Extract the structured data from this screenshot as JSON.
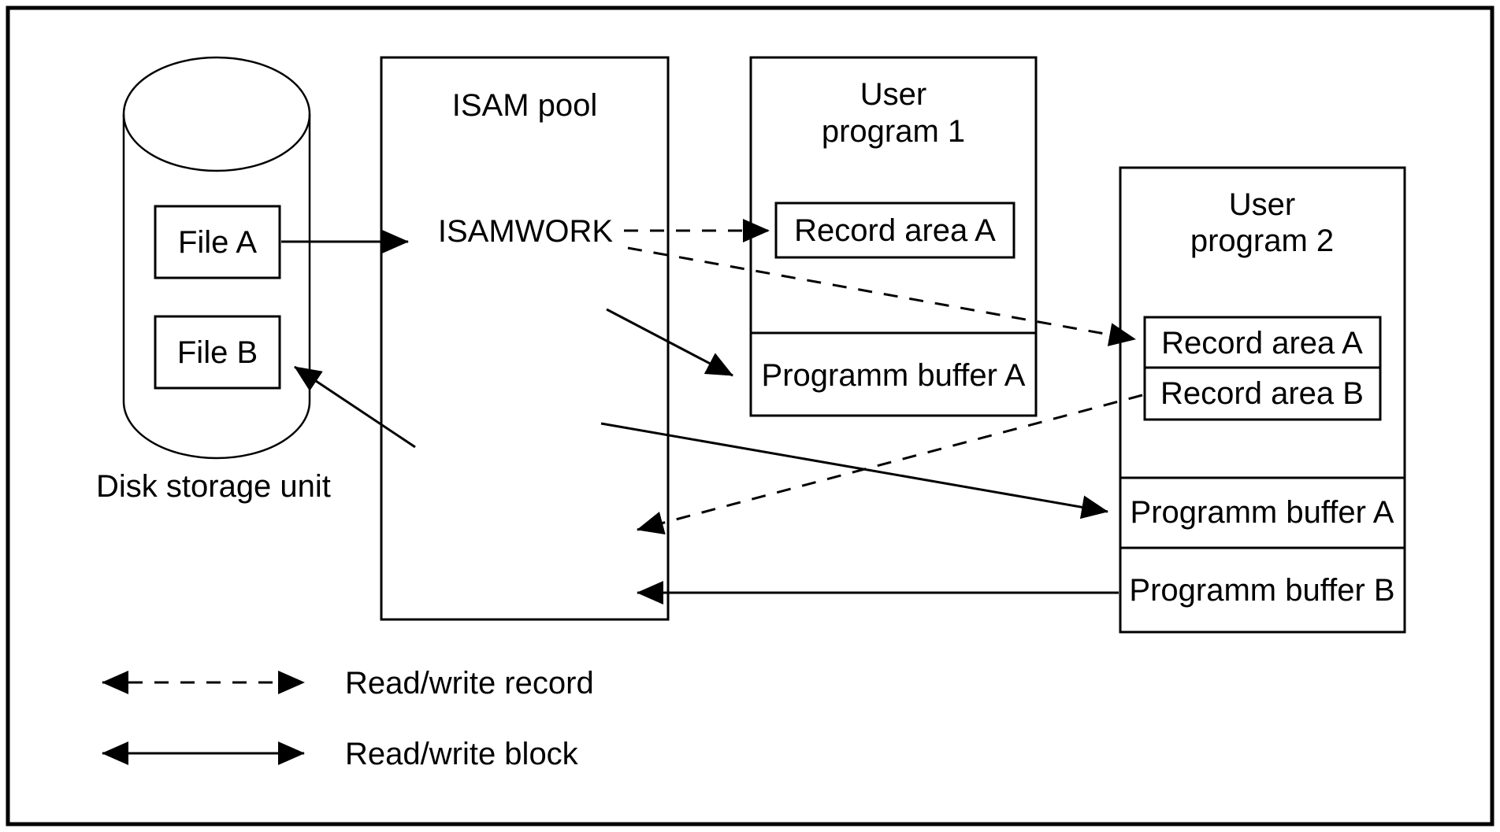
{
  "figure": {
    "background": "#ffffff",
    "stroke_color": "#000000",
    "disk": {
      "file_a": "File A",
      "file_b": "File B",
      "caption": "Disk storage unit"
    },
    "pool": {
      "title": "ISAM pool",
      "work": "ISAMWORK"
    },
    "program1": {
      "title1": "User",
      "title2": "program 1",
      "record_a": "Record area A",
      "buffer_a": "Programm buffer A"
    },
    "program2": {
      "title1": "User",
      "title2": "program 2",
      "record_a": "Record area A",
      "record_b": "Record area B",
      "buffer_a": "Programm buffer A",
      "buffer_b": "Programm buffer B"
    },
    "legend": {
      "record": "Read/write record",
      "block": "Read/write block"
    }
  }
}
